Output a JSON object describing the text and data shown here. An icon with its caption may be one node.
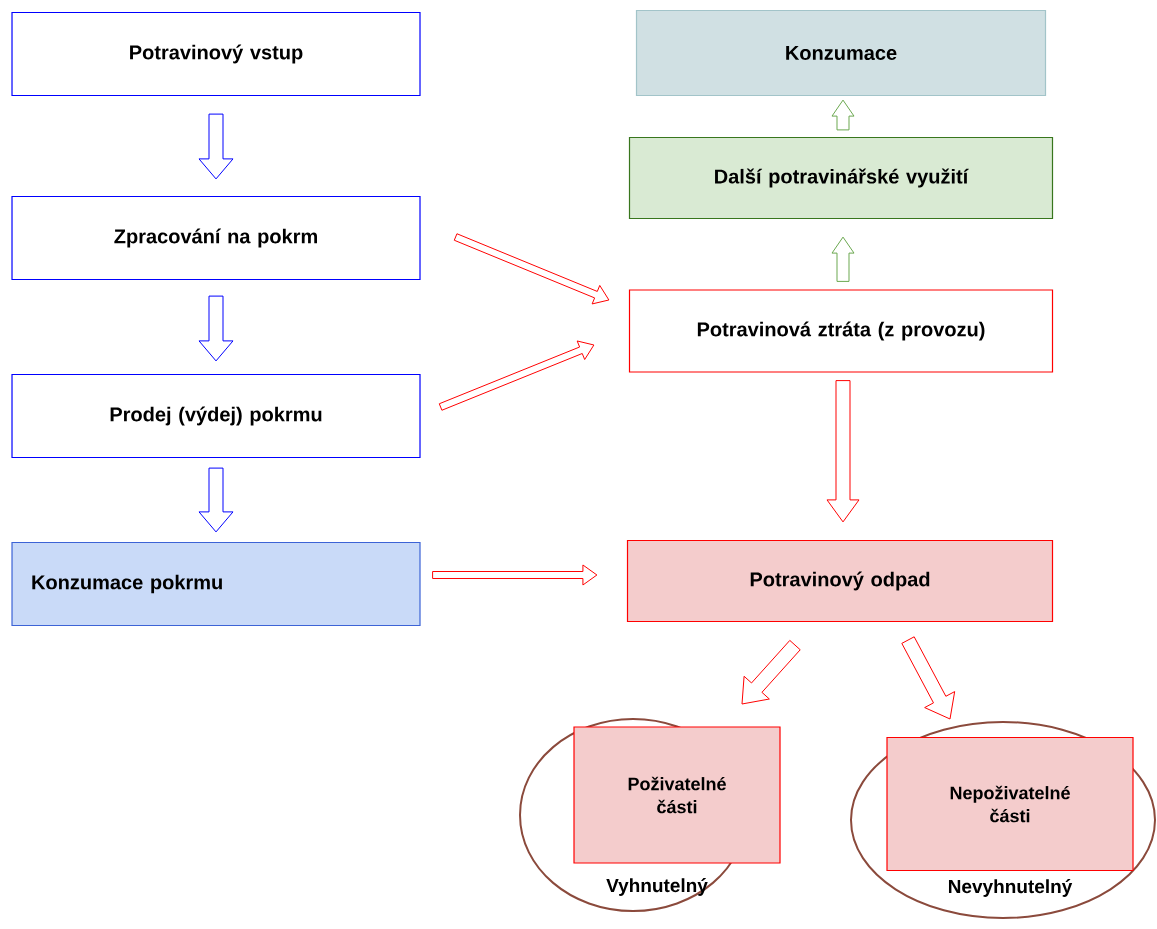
{
  "diagram": {
    "nodes": [
      {
        "text": [
          "Potravinový vstup"
        ]
      },
      {
        "text": [
          "Zpracování na pokrm"
        ]
      },
      {
        "text": [
          "Prodej (výdej) pokrmu"
        ]
      },
      {
        "text": [
          "Konzumace pokrmu"
        ]
      },
      {
        "text": [
          "Konzumace"
        ]
      },
      {
        "text": [
          "Další potravinářské využití"
        ]
      },
      {
        "text": [
          "Potravinová ztráta (z provozu)"
        ]
      },
      {
        "text": [
          "Potravinový odpad"
        ]
      },
      {
        "text": [
          "Vyhnutelný"
        ]
      },
      {
        "text": [
          "Poživatelné části"
        ],
        "in": 8
      },
      {
        "text": [
          "Nevyhnutelný"
        ]
      },
      {
        "text": [
          "Nepoživatelné části"
        ],
        "in": 10
      }
    ],
    "edges": [
      {
        "from": 0,
        "to": 1,
        "arrow": "to",
        "color": "#0000ff"
      },
      {
        "from": 1,
        "to": 2,
        "arrow": "to",
        "color": "#0000ff"
      },
      {
        "from": 2,
        "to": 3,
        "arrow": "to",
        "color": "#0000ff"
      },
      {
        "from": 1,
        "to": 6,
        "arrow": "to"
      },
      {
        "from": 2,
        "to": 6,
        "arrow": "to"
      },
      {
        "from": 3,
        "to": 7,
        "arrow": "to"
      },
      {
        "from": 6,
        "to": 5,
        "arrow": "to",
        "color": "#6aa84f"
      },
      {
        "from": 5,
        "to": 4,
        "arrow": "to",
        "color": "#6aa84f"
      },
      {
        "from": 6,
        "to": 7,
        "arrow": "to"
      },
      {
        "from": 7,
        "to": 8,
        "arrow": "to"
      },
      {
        "from": 7,
        "to": 10,
        "arrow": "to"
      }
    ]
  }
}
